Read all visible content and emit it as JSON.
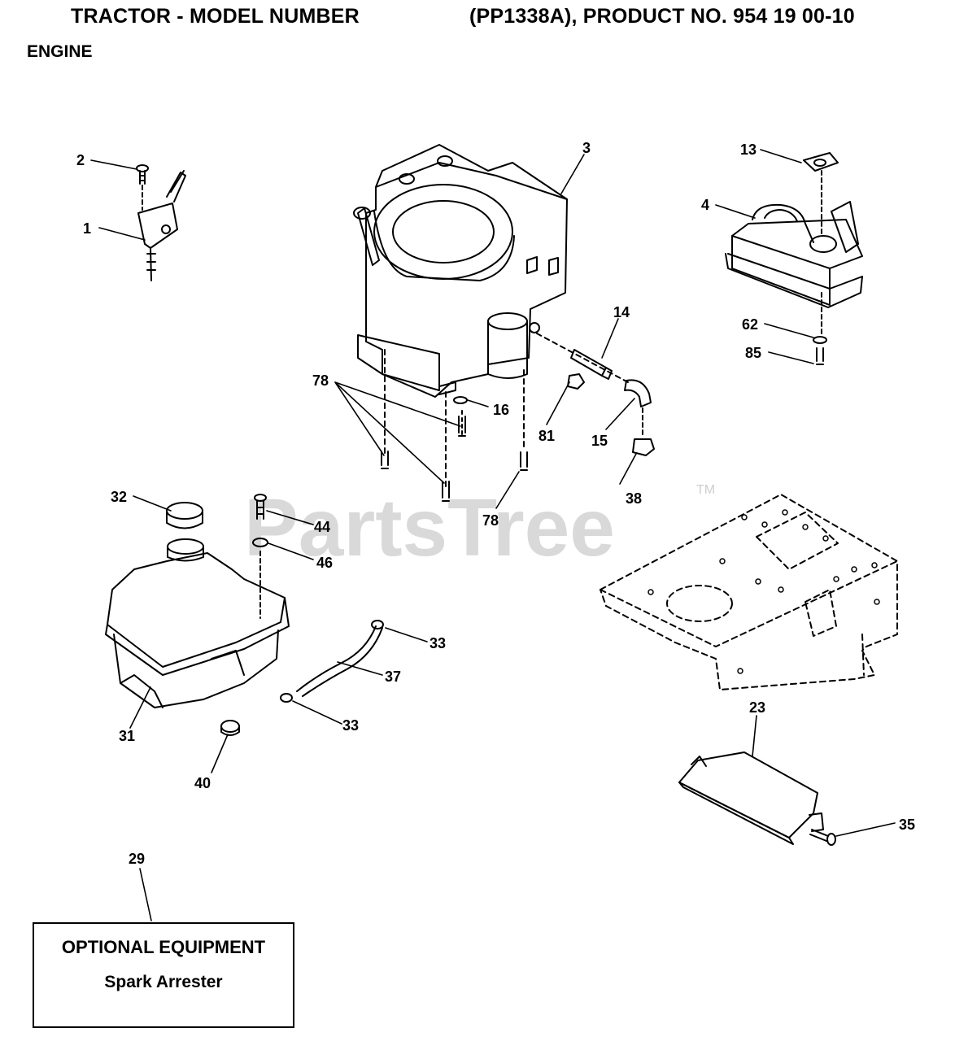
{
  "header": {
    "title_left": "TRACTOR - MODEL NUMBER",
    "title_right": "(PP1338A), PRODUCT NO. 954 19 00-10",
    "section": "ENGINE"
  },
  "watermark": {
    "text": "PartsTree",
    "tm": "TM"
  },
  "callouts": {
    "c1": "1",
    "c2": "2",
    "c3": "3",
    "c4": "4",
    "c13": "13",
    "c14": "14",
    "c15": "15",
    "c16": "16",
    "c23": "23",
    "c29": "29",
    "c31": "31",
    "c32": "32",
    "c33a": "33",
    "c33b": "33",
    "c35": "35",
    "c37": "37",
    "c38": "38",
    "c40": "40",
    "c44": "44",
    "c46": "46",
    "c62": "62",
    "c78a": "78",
    "c78b": "78",
    "c81": "81",
    "c85": "85"
  },
  "optional_box": {
    "heading": "OPTIONAL EQUIPMENT",
    "item": "Spark Arrester"
  }
}
